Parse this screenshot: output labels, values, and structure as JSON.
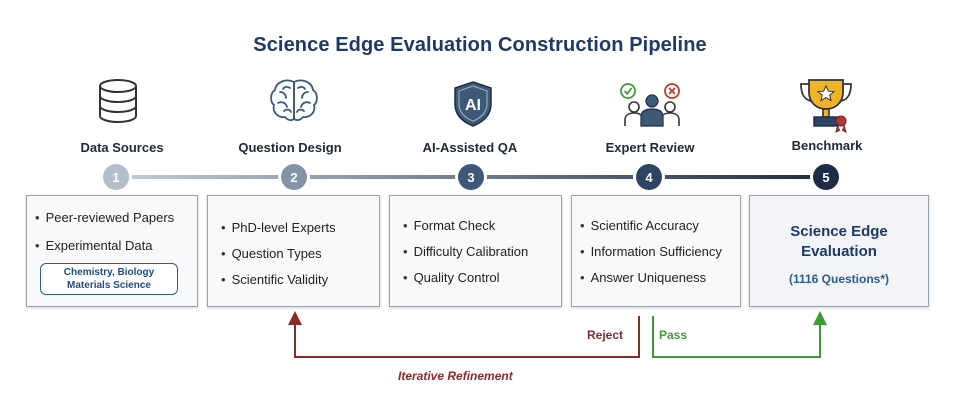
{
  "title": "Science Edge Evaluation Construction Pipeline",
  "colors": {
    "title": "#1d3a68",
    "reject": "#8b2a2a",
    "pass": "#3f9a3a",
    "node_1": "#b3bfcc",
    "node_2": "#8494a6",
    "node_3": "#3e5978",
    "node_4": "#2d4464",
    "node_5": "#1d2c44"
  },
  "stages": [
    {
      "number": "1",
      "label": "Data Sources",
      "icon": "database-icon",
      "items": [
        "Peer-reviewed Papers",
        "Experimental Data"
      ],
      "tag": "Chemistry, Biology Materials Science"
    },
    {
      "number": "2",
      "label": "Question Design",
      "icon": "brain-icon",
      "items": [
        "PhD-level Experts",
        "Question Types",
        "Scientific Validity"
      ]
    },
    {
      "number": "3",
      "label": "AI-Assisted QA",
      "icon": "ai-shield-icon",
      "icon_text": "AI",
      "items": [
        "Format Check",
        "Difficulty Calibration",
        "Quality Control"
      ]
    },
    {
      "number": "4",
      "label": "Expert Review",
      "icon": "expert-review-icon",
      "items": [
        "Scientific Accuracy",
        "Information Sufficiency",
        "Answer Uniqueness"
      ]
    },
    {
      "number": "5",
      "label": "Benchmark",
      "icon": "trophy-icon",
      "result_title": "Science Edge Evaluation",
      "result_count": "(1116 Questions*)"
    }
  ],
  "feedback": {
    "reject_label": "Reject",
    "pass_label": "Pass",
    "loop_label": "Iterative Refinement"
  }
}
